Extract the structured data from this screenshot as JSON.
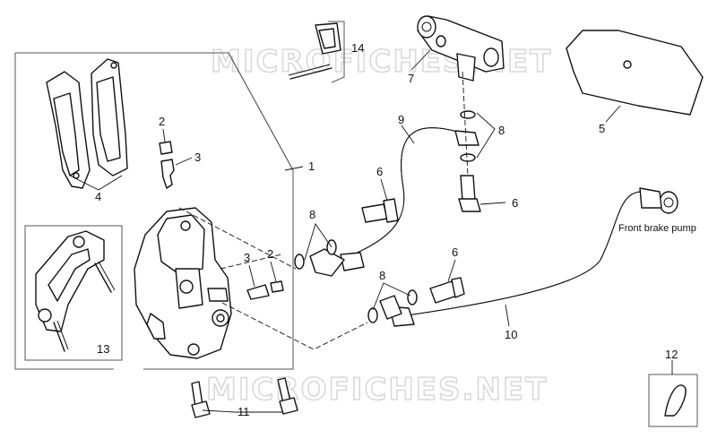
{
  "watermark": {
    "top": "MICROFICHES.NET",
    "bottom": "MICROFICHES.NET"
  },
  "callouts": {
    "n1": "1",
    "n2a": "2",
    "n2b": "2",
    "n3a": "3",
    "n3b": "3",
    "n4": "4",
    "n5": "5",
    "n6a": "6",
    "n6b": "6",
    "n6c": "6",
    "n7": "7",
    "n8a": "8",
    "n8b": "8",
    "n8c": "8",
    "n9": "9",
    "n10": "10",
    "n11": "11",
    "n12": "12",
    "n13": "13",
    "n14": "14"
  },
  "labels": {
    "front_brake_pump": "Front brake pump"
  }
}
